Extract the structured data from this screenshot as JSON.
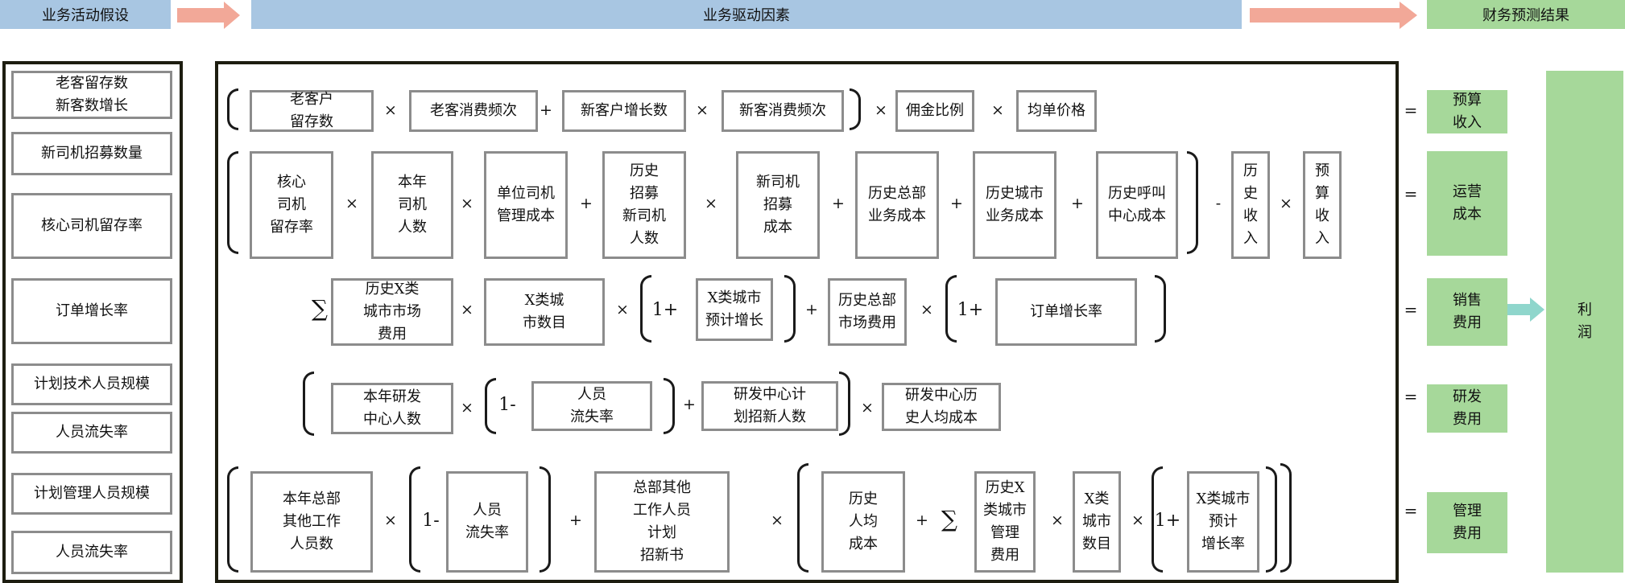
{
  "header": {
    "left": "业务活动假设",
    "middle": "业务驱动因素",
    "right": "财务预测结果"
  },
  "assumptions": [
    "老客留存数\n新客数增长",
    "新司机招募数量",
    "核心司机留存率",
    "订单增长率",
    "计划技术人员规模",
    "人员流失率",
    "计划管理人员规模",
    "人员流失率"
  ],
  "revenue_row": {
    "terms": [
      "老客户\n留存数",
      "老客消费频次",
      "新客户增长数",
      "新客消费频次",
      "佣金比例",
      "均单价格"
    ]
  },
  "cost_row": {
    "terms": [
      "核心\n司机\n留存率",
      "本年\n司机\n人数",
      "单位司机\n管理成本",
      "历史\n招募\n新司机\n人数",
      "新司机\n招募\n成本",
      "历史总部\n业务成本",
      "历史城市\n业务成本",
      "历史呼叫\n中心成本",
      "历\n史\n收\n入",
      "预\n算\n收\n入"
    ]
  },
  "sales_row": {
    "terms": [
      "历史X类\n城市市场\n费用",
      "X类城\n市数目",
      "X类城市\n预计增长",
      "历史总部\n市场费用",
      "订单增长率"
    ]
  },
  "rd_row": {
    "terms": [
      "本年研发\n中心人数",
      "人员\n流失率",
      "研发中心计\n划招新人数",
      "研发中心历\n史人均成本"
    ]
  },
  "mgmt_row": {
    "terms": [
      "本年总部\n其他工作\n人员数",
      "人员\n流失率",
      "总部其他\n工作人员\n计划\n招新书",
      "历史\n人均\n成本",
      "历史X\n类城市\n管理\n费用",
      "X类\n城市\n数目",
      "X类城市\n预计\n增长率"
    ]
  },
  "operators": {
    "times": "×",
    "plus": "+",
    "minus": "-",
    "sum": "∑",
    "one_plus": "1+",
    "one_minus": "1-",
    "equals": "="
  },
  "results": [
    "预算\n收入",
    "运营\n成本",
    "销售\n费用",
    "研发\n费用",
    "管理\n费用"
  ],
  "profit": "利\n润",
  "colors": {
    "header_blue": "#a8c6e2",
    "result_green": "#a6d89a",
    "arrow_salmon": "#f2a898",
    "arrow_teal": "#8fd6cc",
    "box_border": "#8c8c8c"
  }
}
